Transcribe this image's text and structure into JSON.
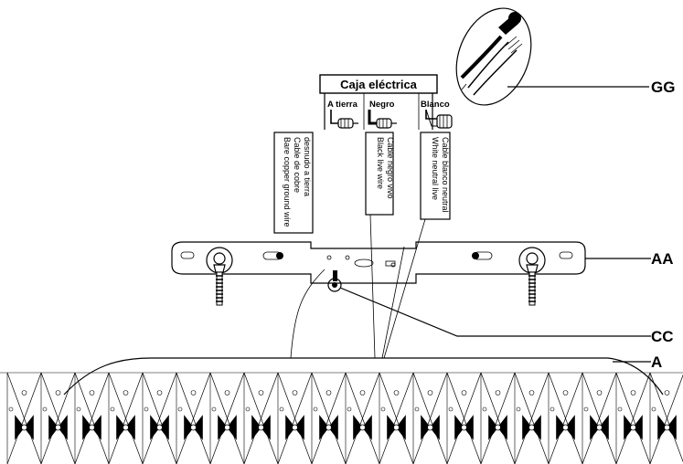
{
  "box": {
    "title": "Caja eléctrica"
  },
  "wires": {
    "ground_tag": "A tierra",
    "black_tag": "Negro",
    "white_tag": "Blanco"
  },
  "notes": {
    "ground": [
      "Bare copper ground wire",
      "Cable de cobre",
      "desnudo a tierra"
    ],
    "black": [
      "Black live wire",
      "Cable negro vivo"
    ],
    "white": [
      "White neutral live",
      "Cable blanco neutral"
    ]
  },
  "callouts": {
    "gg": "GG",
    "aa": "AA",
    "cc": "CC",
    "a": "A"
  },
  "icons": [
    "wire-nut-icon",
    "screw-icon",
    "ground-screw-icon",
    "magnifier-bubble-icon"
  ],
  "colors": {
    "line": "#000000",
    "background": "#ffffff"
  }
}
